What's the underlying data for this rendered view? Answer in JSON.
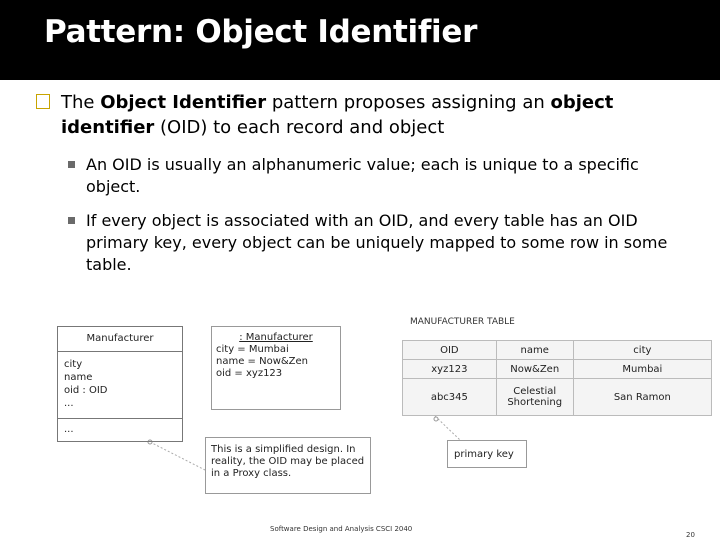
{
  "title": "Pattern: Object Identifier",
  "bullet": {
    "intro": "The ",
    "bold1": "Object Identifier",
    "mid": " pattern proposes assigning an ",
    "bold2": "object identifier",
    "end": " (OID) to each record and object"
  },
  "subbullets": [
    "An OID is usually an alphanumeric value; each is unique to a specific object.",
    "If every object is associated with an OID, and every table has an OID primary key, every object can be uniquely mapped to some row in some table."
  ],
  "uml_class": {
    "name": "Manufacturer",
    "attributes": [
      "city",
      "name",
      "oid : OID",
      "..."
    ],
    "operations": [
      "..."
    ]
  },
  "object_instance": {
    "name": ": Manufacturer",
    "lines": [
      "city = Mumbai",
      "name = Now&Zen",
      "oid = xyz123"
    ]
  },
  "table": {
    "title": "MANUFACTURER TABLE",
    "headers": [
      "OID",
      "name",
      "city"
    ],
    "rows": [
      [
        "xyz123",
        "Now&Zen",
        "Mumbai"
      ],
      [
        "abc345",
        "Celestial Shortening",
        "San Ramon"
      ]
    ]
  },
  "note": "This is a simplified design. In reality, the OID may be placed in a Proxy class.",
  "primary_key_note": "primary key",
  "footer": "Software Design and Analysis CSCI 2040",
  "page_number": "20",
  "colors": {
    "title_bar": "#000000",
    "bullet_box": "#c8a400",
    "subbullet": "#6a6a6a"
  }
}
